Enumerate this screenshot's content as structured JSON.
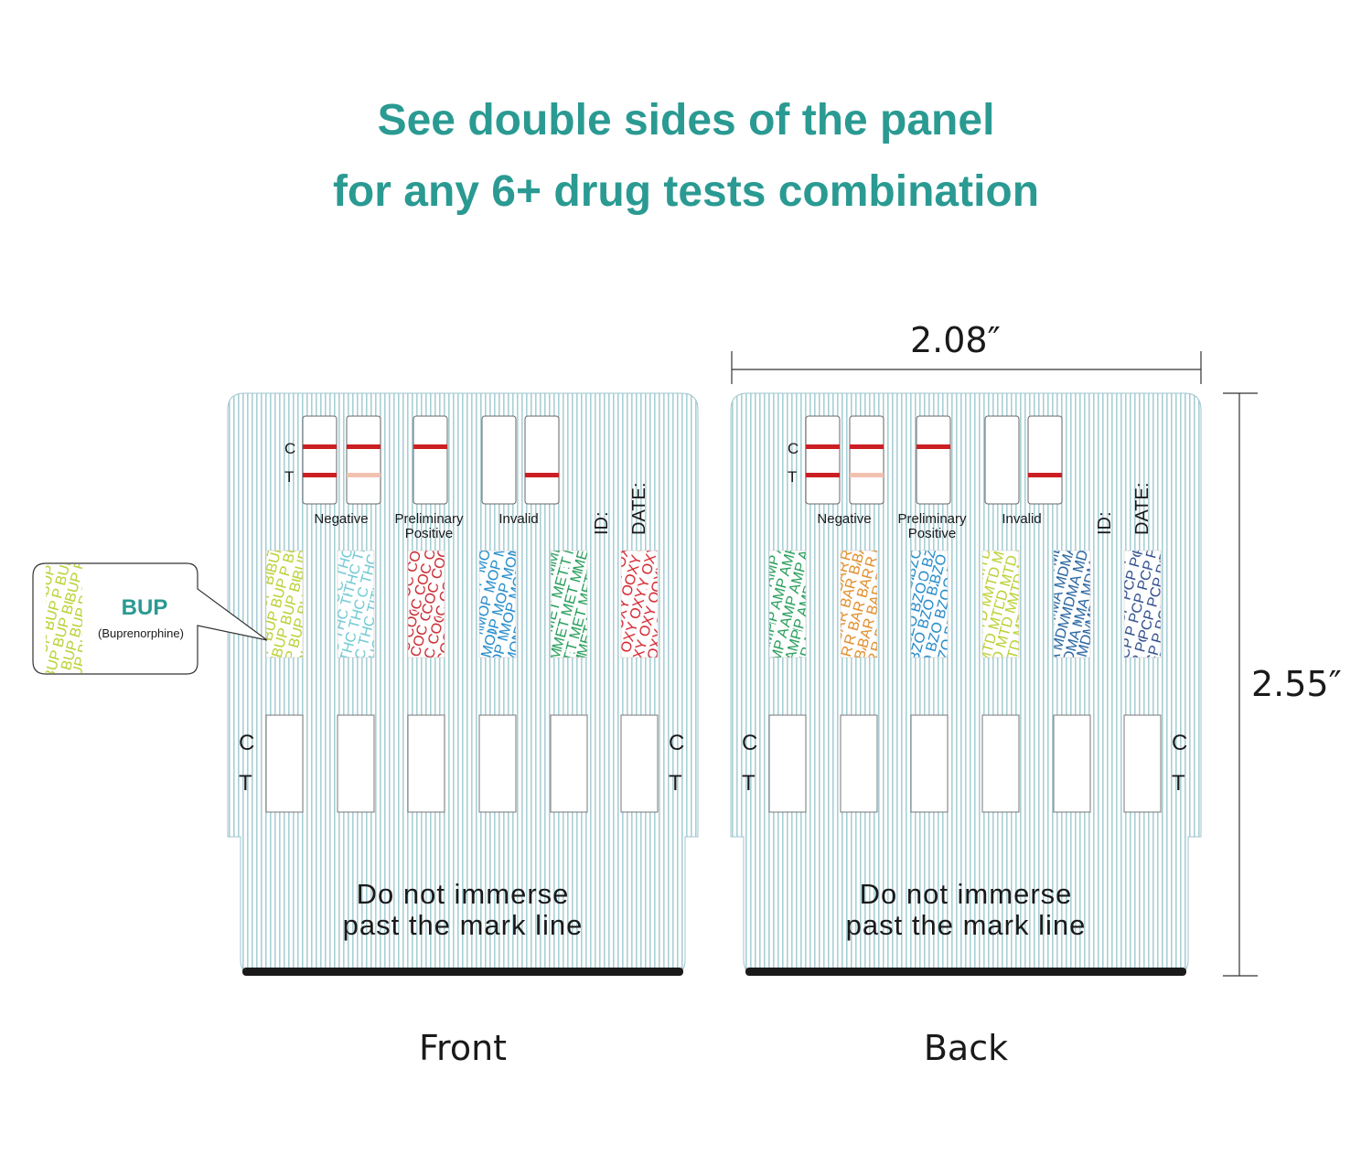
{
  "title": {
    "line1": "See double sides of the panel",
    "line2": "for any 6+ drug tests combination"
  },
  "colors": {
    "title": "#2a9a92",
    "card_stripe": "#a9cfd6",
    "control_line": "#cc1f24",
    "faint_line": "#f2c2b0"
  },
  "legend": {
    "c_label": "C",
    "t_label": "T",
    "negative": "Negative",
    "preliminary_positive_line1": "Preliminary",
    "preliminary_positive_line2": "Positive",
    "invalid": "Invalid",
    "id_label": "ID:",
    "date_label": "DATE:"
  },
  "front": {
    "caption": "Front",
    "strips": [
      {
        "code": "BUP",
        "color": "#b8cf2c"
      },
      {
        "code": "THC",
        "color": "#6cc8d2"
      },
      {
        "code": "COC",
        "color": "#c8232b"
      },
      {
        "code": "MOP",
        "color": "#1c87c8"
      },
      {
        "code": "MET",
        "color": "#1f9a55"
      },
      {
        "code": "OXY",
        "color": "#d31f2a"
      }
    ]
  },
  "back": {
    "caption": "Back",
    "strips": [
      {
        "code": "AMP",
        "color": "#1f9a55"
      },
      {
        "code": "BAR",
        "color": "#e08a22"
      },
      {
        "code": "BZO",
        "color": "#1c87c8"
      },
      {
        "code": "MTD",
        "color": "#b8cf2c"
      },
      {
        "code": "MDMA",
        "color": "#1c5e9c"
      },
      {
        "code": "PCP",
        "color": "#2a4a8a"
      }
    ]
  },
  "window_labels": {
    "c": "C",
    "t": "T"
  },
  "immerse_warning": {
    "line1": "Do not immerse",
    "line2": "past the mark line"
  },
  "callout": {
    "code": "BUP",
    "name": "(Buprenorphine)"
  },
  "dimensions": {
    "width": "2.08″",
    "height": "2.55″"
  }
}
